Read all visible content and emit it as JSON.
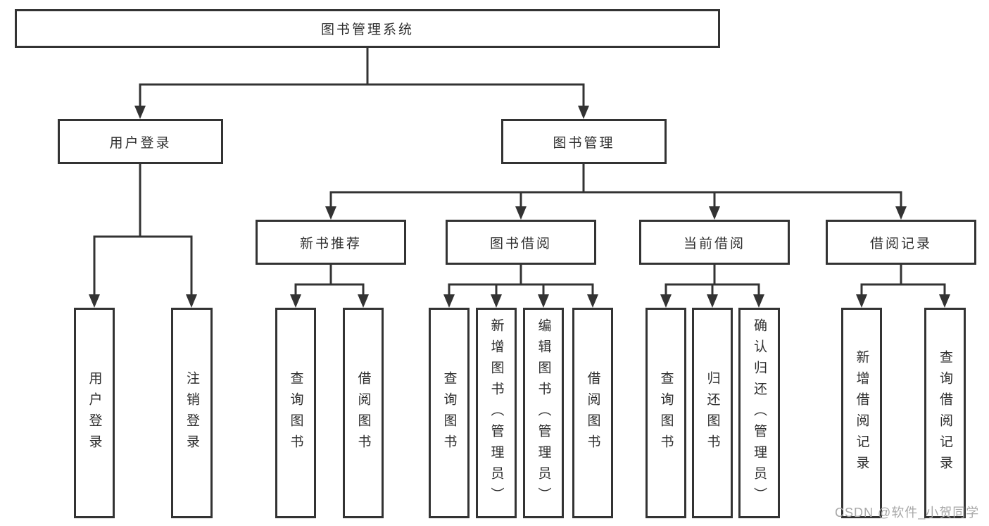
{
  "diagram": {
    "nodes": [
      {
        "id": "root",
        "label": "图书管理系统",
        "parent": null
      },
      {
        "id": "user-login",
        "label": "用户登录",
        "parent": "root"
      },
      {
        "id": "book-mgmt",
        "label": "图书管理",
        "parent": "root"
      },
      {
        "id": "new-book-rec",
        "label": "新书推荐",
        "parent": "book-mgmt"
      },
      {
        "id": "book-borrow",
        "label": "图书借阅",
        "parent": "book-mgmt"
      },
      {
        "id": "current-borrow",
        "label": "当前借阅",
        "parent": "book-mgmt"
      },
      {
        "id": "borrow-records",
        "label": "借阅记录",
        "parent": "book-mgmt"
      },
      {
        "id": "leaf-user-login",
        "label": "用户登录",
        "parent": "user-login"
      },
      {
        "id": "leaf-logout",
        "label": "注销登录",
        "parent": "user-login"
      },
      {
        "id": "leaf-nbr-query",
        "label": "查询图书",
        "parent": "new-book-rec"
      },
      {
        "id": "leaf-nbr-borrow",
        "label": "借阅图书",
        "parent": "new-book-rec"
      },
      {
        "id": "leaf-bb-query",
        "label": "查询图书",
        "parent": "book-borrow"
      },
      {
        "id": "leaf-bb-add",
        "label": "新增图书（管理员）",
        "parent": "book-borrow"
      },
      {
        "id": "leaf-bb-edit",
        "label": "编辑图书（管理员）",
        "parent": "book-borrow"
      },
      {
        "id": "leaf-bb-borrow",
        "label": "借阅图书",
        "parent": "book-borrow"
      },
      {
        "id": "leaf-cb-query",
        "label": "查询图书",
        "parent": "current-borrow"
      },
      {
        "id": "leaf-cb-return",
        "label": "归还图书",
        "parent": "current-borrow"
      },
      {
        "id": "leaf-cb-confirm",
        "label": "确认归还（管理员）",
        "parent": "current-borrow"
      },
      {
        "id": "leaf-br-add",
        "label": "新增借阅记录",
        "parent": "borrow-records"
      },
      {
        "id": "leaf-br-query",
        "label": "查询借阅记录",
        "parent": "borrow-records"
      }
    ],
    "watermark": "CSDN @软件_小贺同学",
    "colors": {
      "line": "#333333",
      "border": "#333333",
      "fill": "#ffffff",
      "text": "#2e2e2e",
      "watermark": "#a8a8a8"
    }
  }
}
